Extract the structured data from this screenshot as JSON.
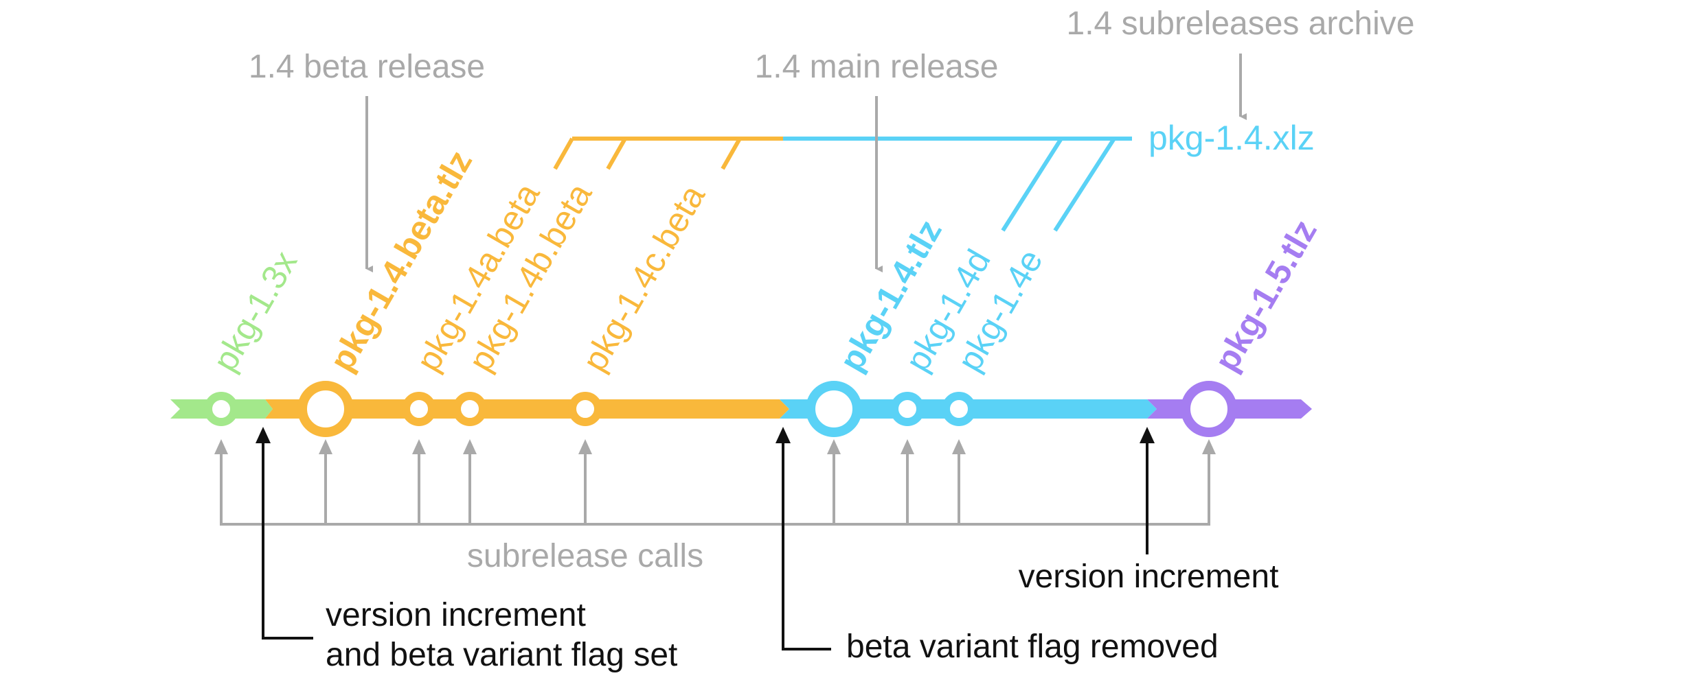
{
  "colors": {
    "green": "#a3e88b",
    "orange": "#f9b83b",
    "cyan": "#5ad2f6",
    "purple": "#a57df1",
    "gray": "#a9a9a9",
    "black": "#111111"
  },
  "labels": {
    "beta_release": "1.4 beta release",
    "main_release": "1.4 main release",
    "subreleases_archive": "1.4 subreleases archive",
    "archive_file": "pkg-1.4.xlz",
    "subrelease_calls": "subrelease calls",
    "version_increment_1": "version increment",
    "beta_flag_set": "and beta variant flag set",
    "beta_flag_removed": "beta variant flag removed",
    "version_increment_2": "version increment"
  },
  "packages": [
    {
      "name": "pkg-1.3x",
      "color": "green"
    },
    {
      "name": "pkg-1.4.beta.tlz",
      "color": "orange"
    },
    {
      "name": "pkg-1.4a.beta",
      "color": "orange"
    },
    {
      "name": "pkg-1.4b.beta",
      "color": "orange"
    },
    {
      "name": "pkg-1.4c.beta",
      "color": "orange"
    },
    {
      "name": "pkg-1.4.tlz",
      "color": "cyan"
    },
    {
      "name": "pkg-1.4d",
      "color": "cyan"
    },
    {
      "name": "pkg-1.4e",
      "color": "cyan"
    },
    {
      "name": "pkg-1.5.tlz",
      "color": "purple"
    }
  ]
}
